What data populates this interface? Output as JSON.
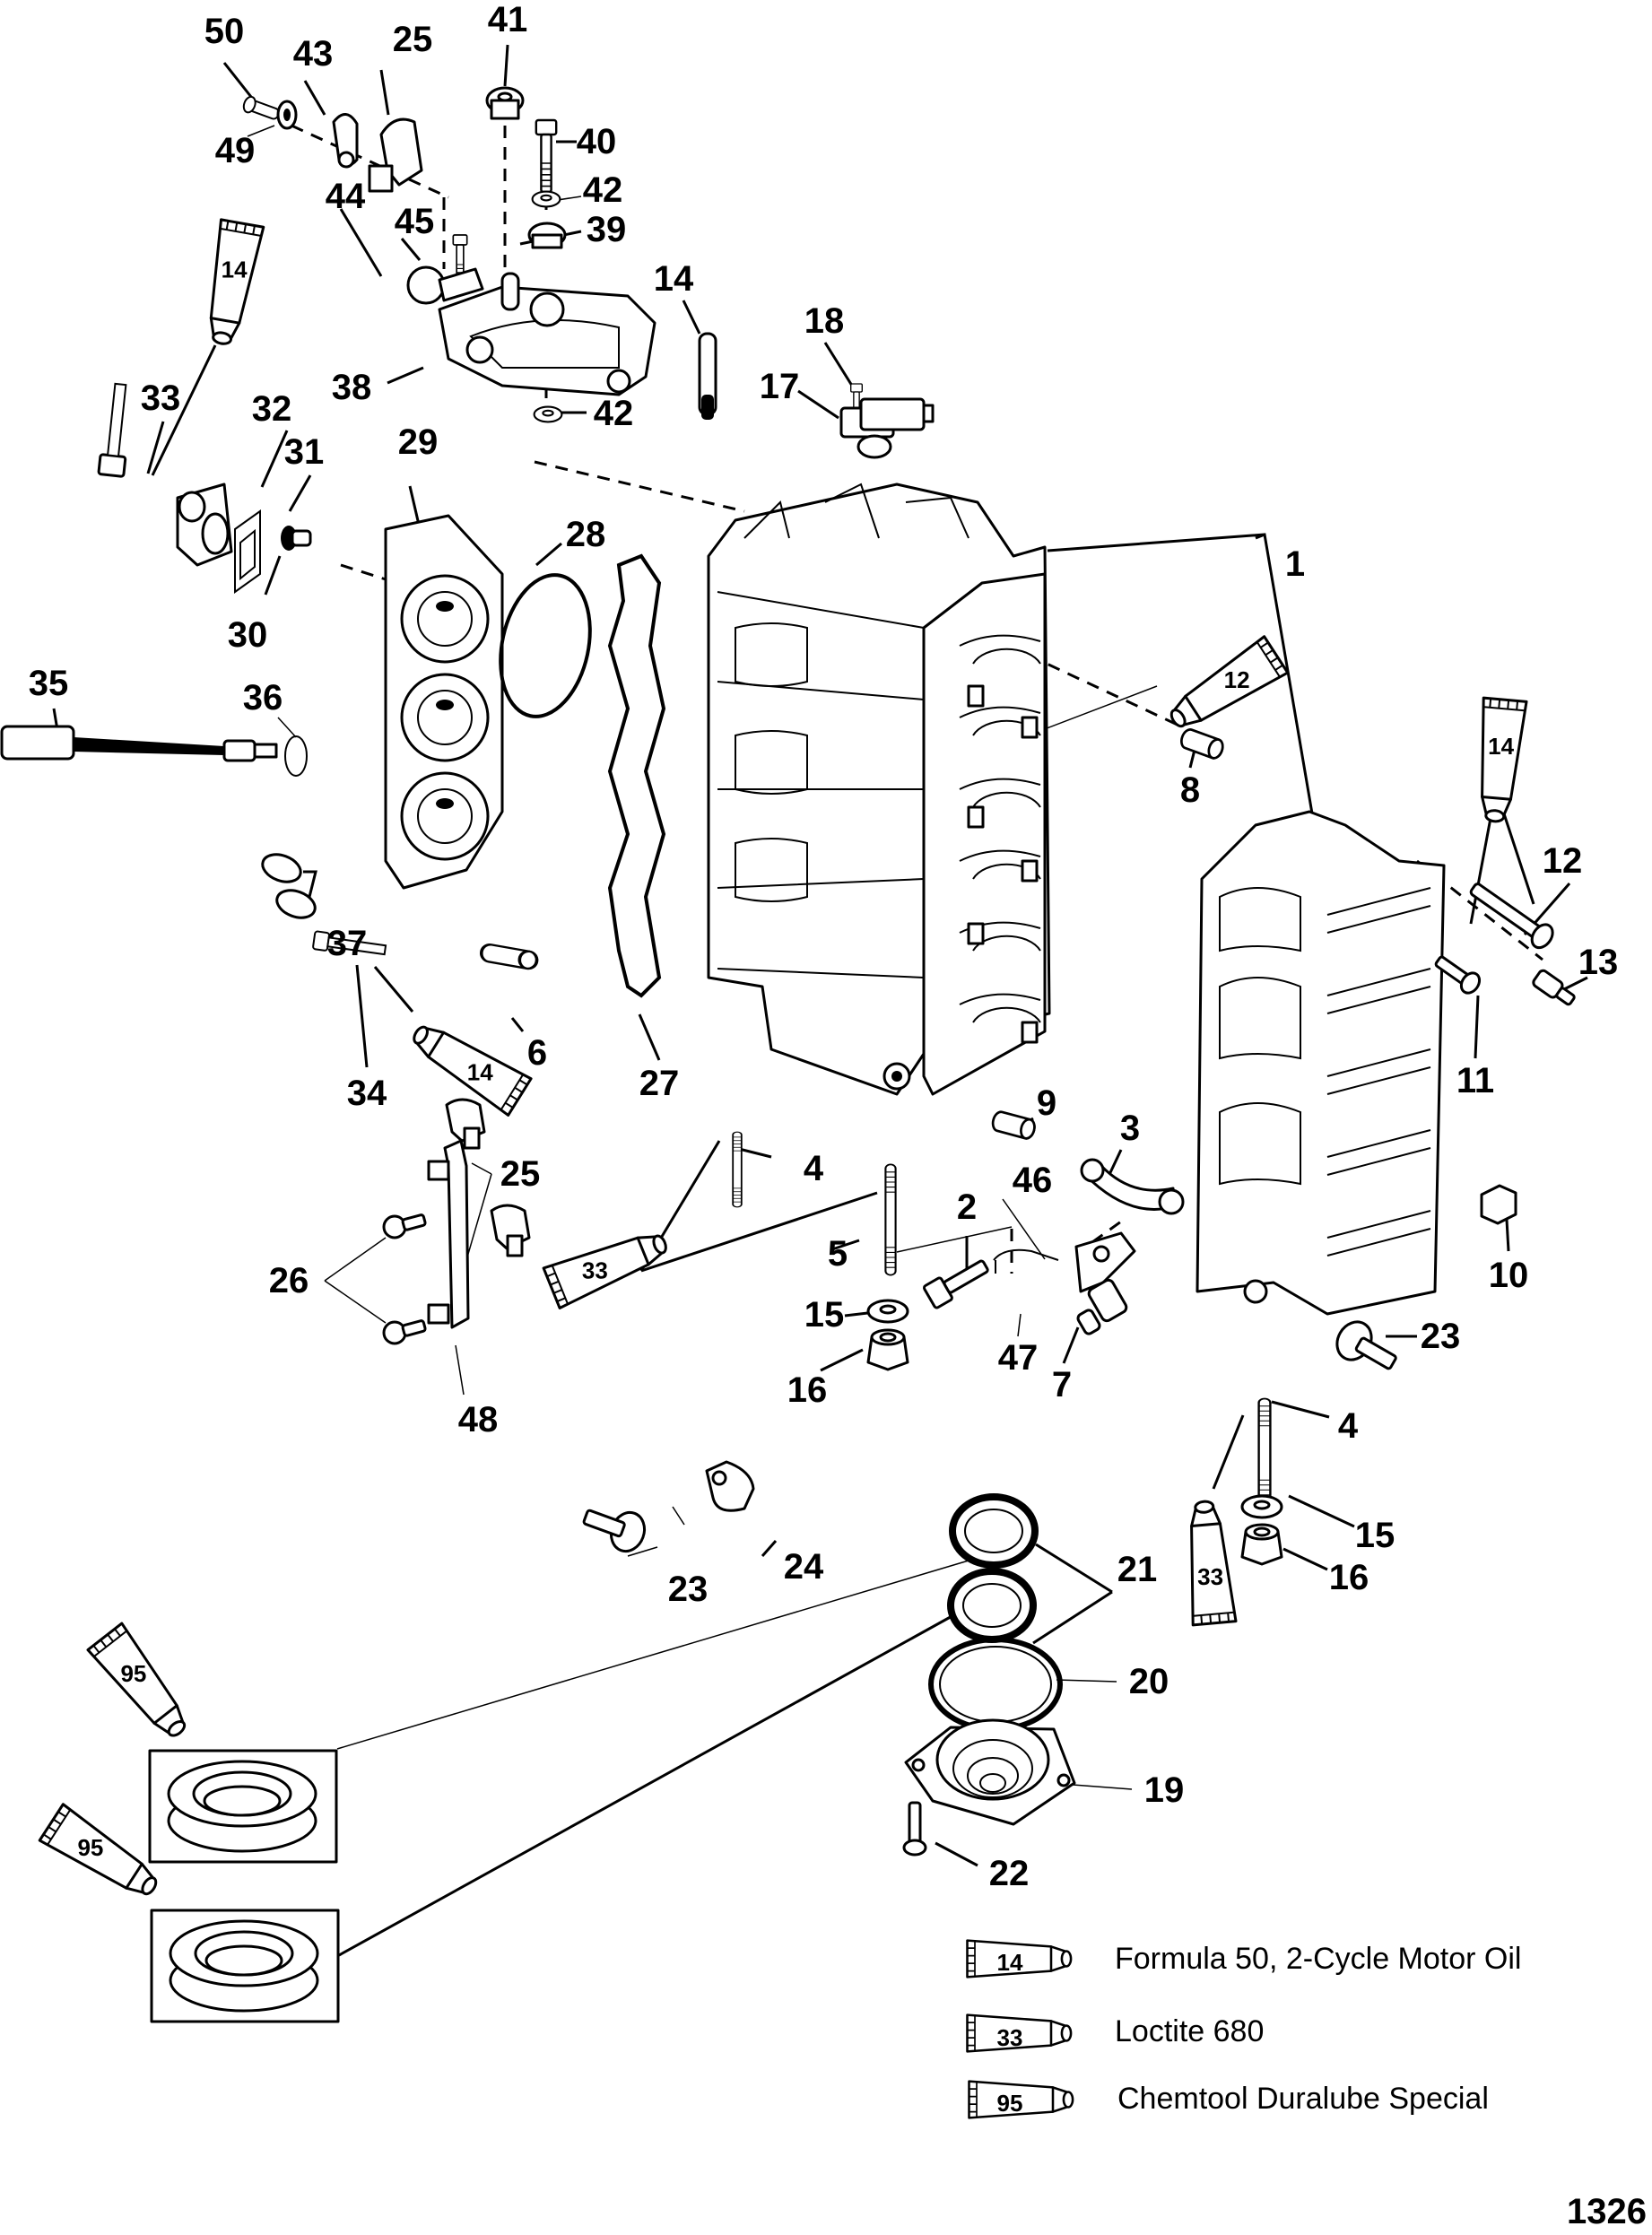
{
  "diagram": {
    "type": "exploded parts diagram",
    "subject": "Cylinder block and crankcase assembly",
    "page_number": "1326",
    "callouts": {
      "c1": "1",
      "c2": "2",
      "c3": "3",
      "c4a": "4",
      "c4b": "4",
      "c5": "5",
      "c6": "6",
      "c7": "7",
      "c8": "8",
      "c9": "9",
      "c10": "10",
      "c11": "11",
      "c12": "12",
      "c13": "13",
      "c14a": "14",
      "c15a": "15",
      "c15b": "15",
      "c16a": "16",
      "c16b": "16",
      "c17": "17",
      "c18": "18",
      "c19": "19",
      "c20": "20",
      "c21": "21",
      "c22": "22",
      "c23a": "23",
      "c23b": "23",
      "c24": "24",
      "c25a": "25",
      "c25b": "25",
      "c26": "26",
      "c27": "27",
      "c28": "28",
      "c29": "29",
      "c30": "30",
      "c31": "31",
      "c32": "32",
      "c33": "33",
      "c34": "34",
      "c35": "35",
      "c36": "36",
      "c37": "37",
      "c38": "38",
      "c39": "39",
      "c40": "40",
      "c41": "41",
      "c42a": "42",
      "c42b": "42",
      "c43": "43",
      "c44": "44",
      "c45": "45",
      "c46": "46",
      "c47": "47",
      "c48": "48",
      "c49": "49",
      "c50": "50"
    },
    "lubricant_tubes": {
      "t14_top_left": "14",
      "t12_block": "12",
      "t14_right": "14",
      "t14_lower_left": "14",
      "t33_mid": "33",
      "t33_right": "33",
      "t95_upper": "95",
      "t95_lower": "95"
    }
  },
  "legend": {
    "items": [
      {
        "code": "14",
        "label": "Formula 50, 2-Cycle Motor Oil"
      },
      {
        "code": "33",
        "label": "Loctite 680"
      },
      {
        "code": "95",
        "label": "Chemtool Duralube Special"
      }
    ]
  }
}
